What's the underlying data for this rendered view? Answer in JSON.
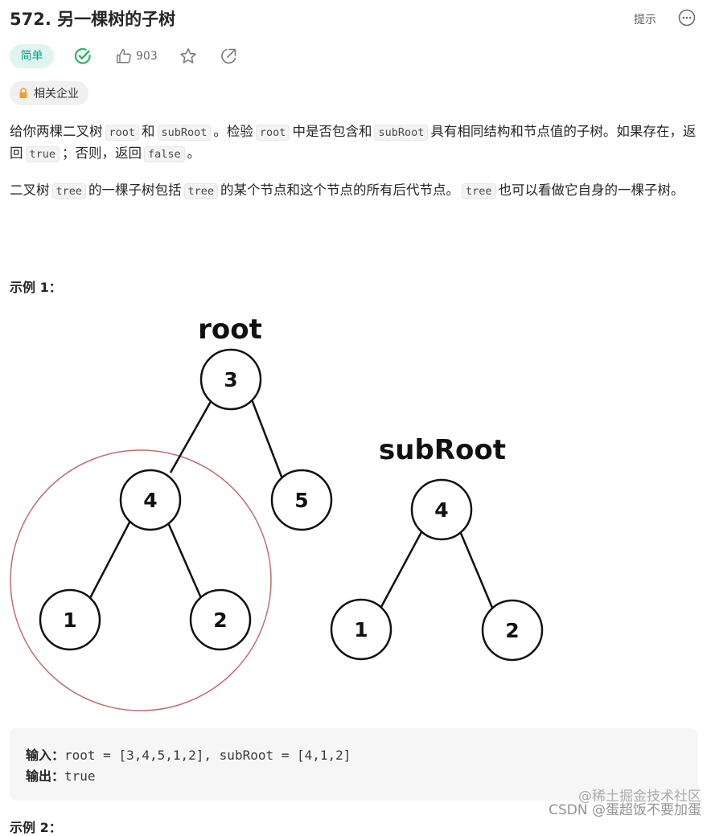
{
  "problem": {
    "title": "572. 另一棵树的子树",
    "hint_label": "提示",
    "difficulty": "简单",
    "likes": "903",
    "companies_label": "相关企业"
  },
  "description": {
    "p1": {
      "t1": "给你两棵二叉树",
      "c1": "root",
      "t2": "和",
      "c2": "subRoot",
      "t3": "。检验",
      "c3": "root",
      "t4": "中是否包含和",
      "c4": "subRoot",
      "t5": "具有相同结构和节点值的子树。如果存在，返回",
      "c5": "true",
      "t6": "；否则，返回",
      "c6": "false",
      "t7": "。"
    },
    "p2": {
      "t1": "二叉树",
      "c1": "tree",
      "t2": "的一棵子树包括",
      "c2": "tree",
      "t3": "的某个节点和这个节点的所有后代节点。",
      "c3": "tree",
      "t4": "也可以看做它自身的一棵子树。"
    }
  },
  "example1": {
    "title": "示例 1：",
    "figure": {
      "root_label": "root",
      "subroot_label": "subRoot",
      "root_nodes": [
        "3",
        "4",
        "5",
        "1",
        "2"
      ],
      "subroot_nodes": [
        "4",
        "1",
        "2"
      ],
      "highlight_color": "#c0706c"
    },
    "input_label": "输入：",
    "input_value": "root = [3,4,5,1,2], subRoot = [4,1,2]",
    "output_label": "输出：",
    "output_value": "true"
  },
  "example2": {
    "title": "示例 2："
  },
  "watermark": {
    "line1": "@稀土掘金技术社区",
    "line2": "CSDN @蛋超饭不要加蛋"
  },
  "colors": {
    "easy_bg": "#dff5ef",
    "easy_fg": "#00a885",
    "solved": "#2db55d",
    "icon_gray": "#8a8a8a"
  }
}
